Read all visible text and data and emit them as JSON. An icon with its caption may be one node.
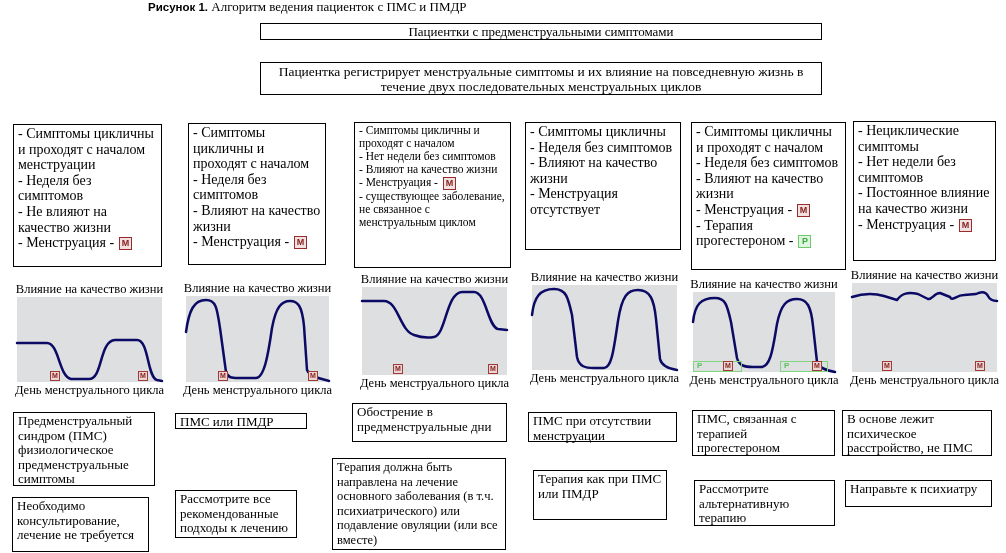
{
  "diagram": {
    "title": "**Рисунок 1.** Алгоритм ведения пациенток с ПМС и ПМДР",
    "nodes": [
      {
        "text": [
          "Пациентки с предменструальными симптомами"
        ]
      },
      {
        "text": [
          "Пациентка регистрирует менструальные симптомы и их влияние на повседневную жизнь в течение двух последовательных менструальных циклов"
        ]
      },
      {
        "text": [
          "- Симптомы цикличны и проходят с началом менструации",
          "- Неделя без симптомов",
          "- Не влияют на качество жизни",
          "- Менструация -"
        ]
      },
      {
        "text": [
          "M"
        ],
        "in": 2
      },
      {
        "text": [
          "- Симптомы цикличны и проходят с началом",
          "- Неделя без симптомов",
          "- Влияют на качество жизни",
          "- Менструация -"
        ]
      },
      {
        "text": [
          "M"
        ],
        "in": 4
      },
      {
        "text": [
          "- Симптомы цикличны и проходят с началом",
          "- Нет недели без симптомов",
          "- Влияют на качество жизни",
          "- Менструация -",
          "- существующее заболевание, не связанное с менструальным циклом"
        ]
      },
      {
        "text": [
          "M"
        ],
        "in": 6
      },
      {
        "text": [
          "- Симптомы цикличны",
          "- Неделя без симптомов",
          "- Влияют на качество жизни",
          "- Менструация отсутствует"
        ]
      },
      {
        "text": [
          "- Симптомы цикличны и проходят с началом",
          "- Неделя без симптомов",
          "- Влияют на качество жизни",
          "- Менструация -",
          "- Терапия прогестероном -"
        ]
      },
      {
        "text": [
          "M"
        ],
        "in": 9
      },
      {
        "text": [
          "P"
        ],
        "in": 9
      },
      {
        "text": [
          "- Нециклические симптомы",
          "- Нет недели без симптомов",
          "- Постоянное влияние на качество жизни",
          "- Менструация -"
        ]
      },
      {
        "text": [
          "M"
        ],
        "in": 12
      },
      {
        "text": [
          "Влияние на качество жизни",
          "День менструального цикла"
        ]
      },
      {
        "text": [
          "M"
        ],
        "in": 14
      },
      {
        "text": [
          "M"
        ],
        "in": 14
      },
      {
        "text": [
          "Влияние на качество жизни",
          "День менструального цикла"
        ]
      },
      {
        "text": [
          "M"
        ],
        "in": 17
      },
      {
        "text": [
          "M"
        ],
        "in": 17
      },
      {
        "text": [
          "Влияние на качество жизни",
          "День менструального цикла"
        ]
      },
      {
        "text": [
          "M"
        ],
        "in": 20
      },
      {
        "text": [
          "M"
        ],
        "in": 20
      },
      {
        "text": [
          "Влияние на качество жизни",
          "День менструального цикла"
        ]
      },
      {
        "text": [
          "Влияние на качество жизни",
          "День менструального цикла"
        ]
      },
      {
        "text": [
          "P"
        ],
        "in": 24
      },
      {
        "text": [
          "M"
        ],
        "in": 25
      },
      {
        "text": [
          "P"
        ],
        "in": 24
      },
      {
        "text": [
          "M"
        ],
        "in": 27
      },
      {
        "text": [
          "Влияние на качество жизни",
          "День менструального цикла"
        ]
      },
      {
        "text": [
          "M"
        ],
        "in": 29
      },
      {
        "text": [
          "M"
        ],
        "in": 29
      },
      {
        "text": [
          "Предменструальный синдром (ПМС) физиологическое предменструальные симптомы"
        ]
      },
      {
        "text": [
          "ПМС или ПМДР"
        ]
      },
      {
        "text": [
          "Обострение в предменструальные дни"
        ]
      },
      {
        "text": [
          "ПМС при отсутствии менструации"
        ]
      },
      {
        "text": [
          "ПМС, связанная с терапией прогестероном"
        ]
      },
      {
        "text": [
          "В основе лежит психическое расстройство, не ПМС"
        ]
      },
      {
        "text": [
          "Необходимо консультирование, лечение не требуется"
        ]
      },
      {
        "text": [
          "Рассмотрите все рекомендованные подходы к лечению"
        ]
      },
      {
        "text": [
          "Терапия должна быть направлена на лечение основного заболевания (в т.ч. психиатрического) или подавление овуляции (или все вместе)"
        ]
      },
      {
        "text": [
          "Терапия как при ПМС или ПМДР"
        ]
      },
      {
        "text": [
          "Рассмотрите альтернативную терапию"
        ]
      },
      {
        "text": [
          "Направьте к психиатру"
        ]
      }
    ]
  }
}
